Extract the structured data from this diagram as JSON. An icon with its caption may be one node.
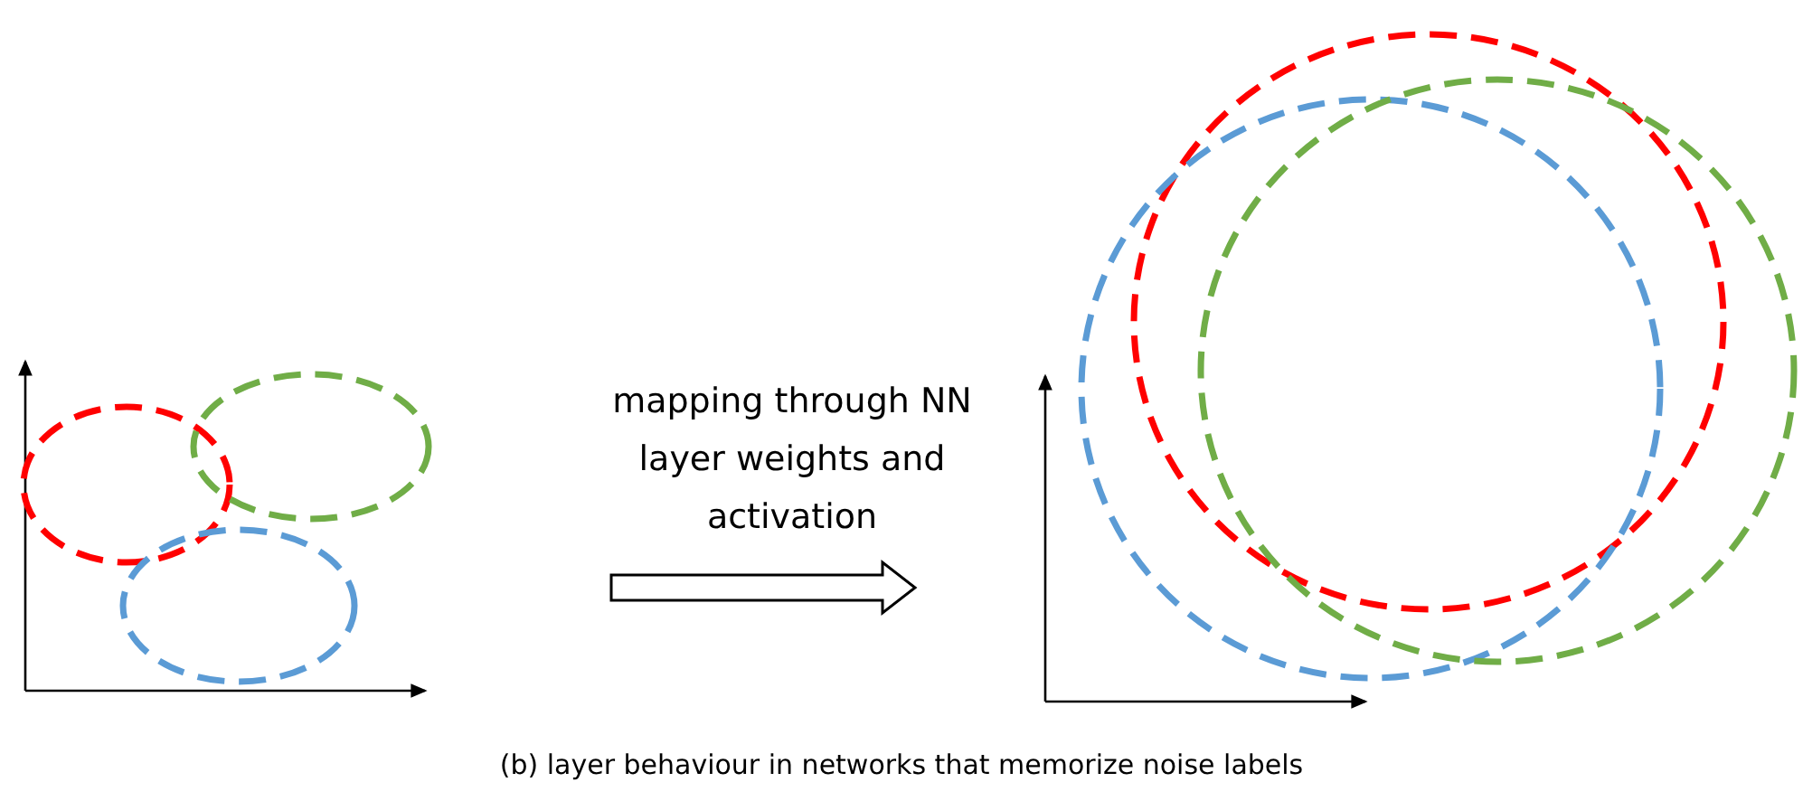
{
  "diagram": {
    "caption": "(b) layer behaviour in networks that memorize noise labels",
    "nodes": [
      {
        "text": [],
        "shape": "chart"
      },
      {
        "text": [],
        "shape": "chart"
      }
    ],
    "edges": [
      {
        "from": 0,
        "to": 1,
        "arrow": "to",
        "label": "mapping through NN layer weights and activation",
        "style": "thick"
      }
    ]
  }
}
